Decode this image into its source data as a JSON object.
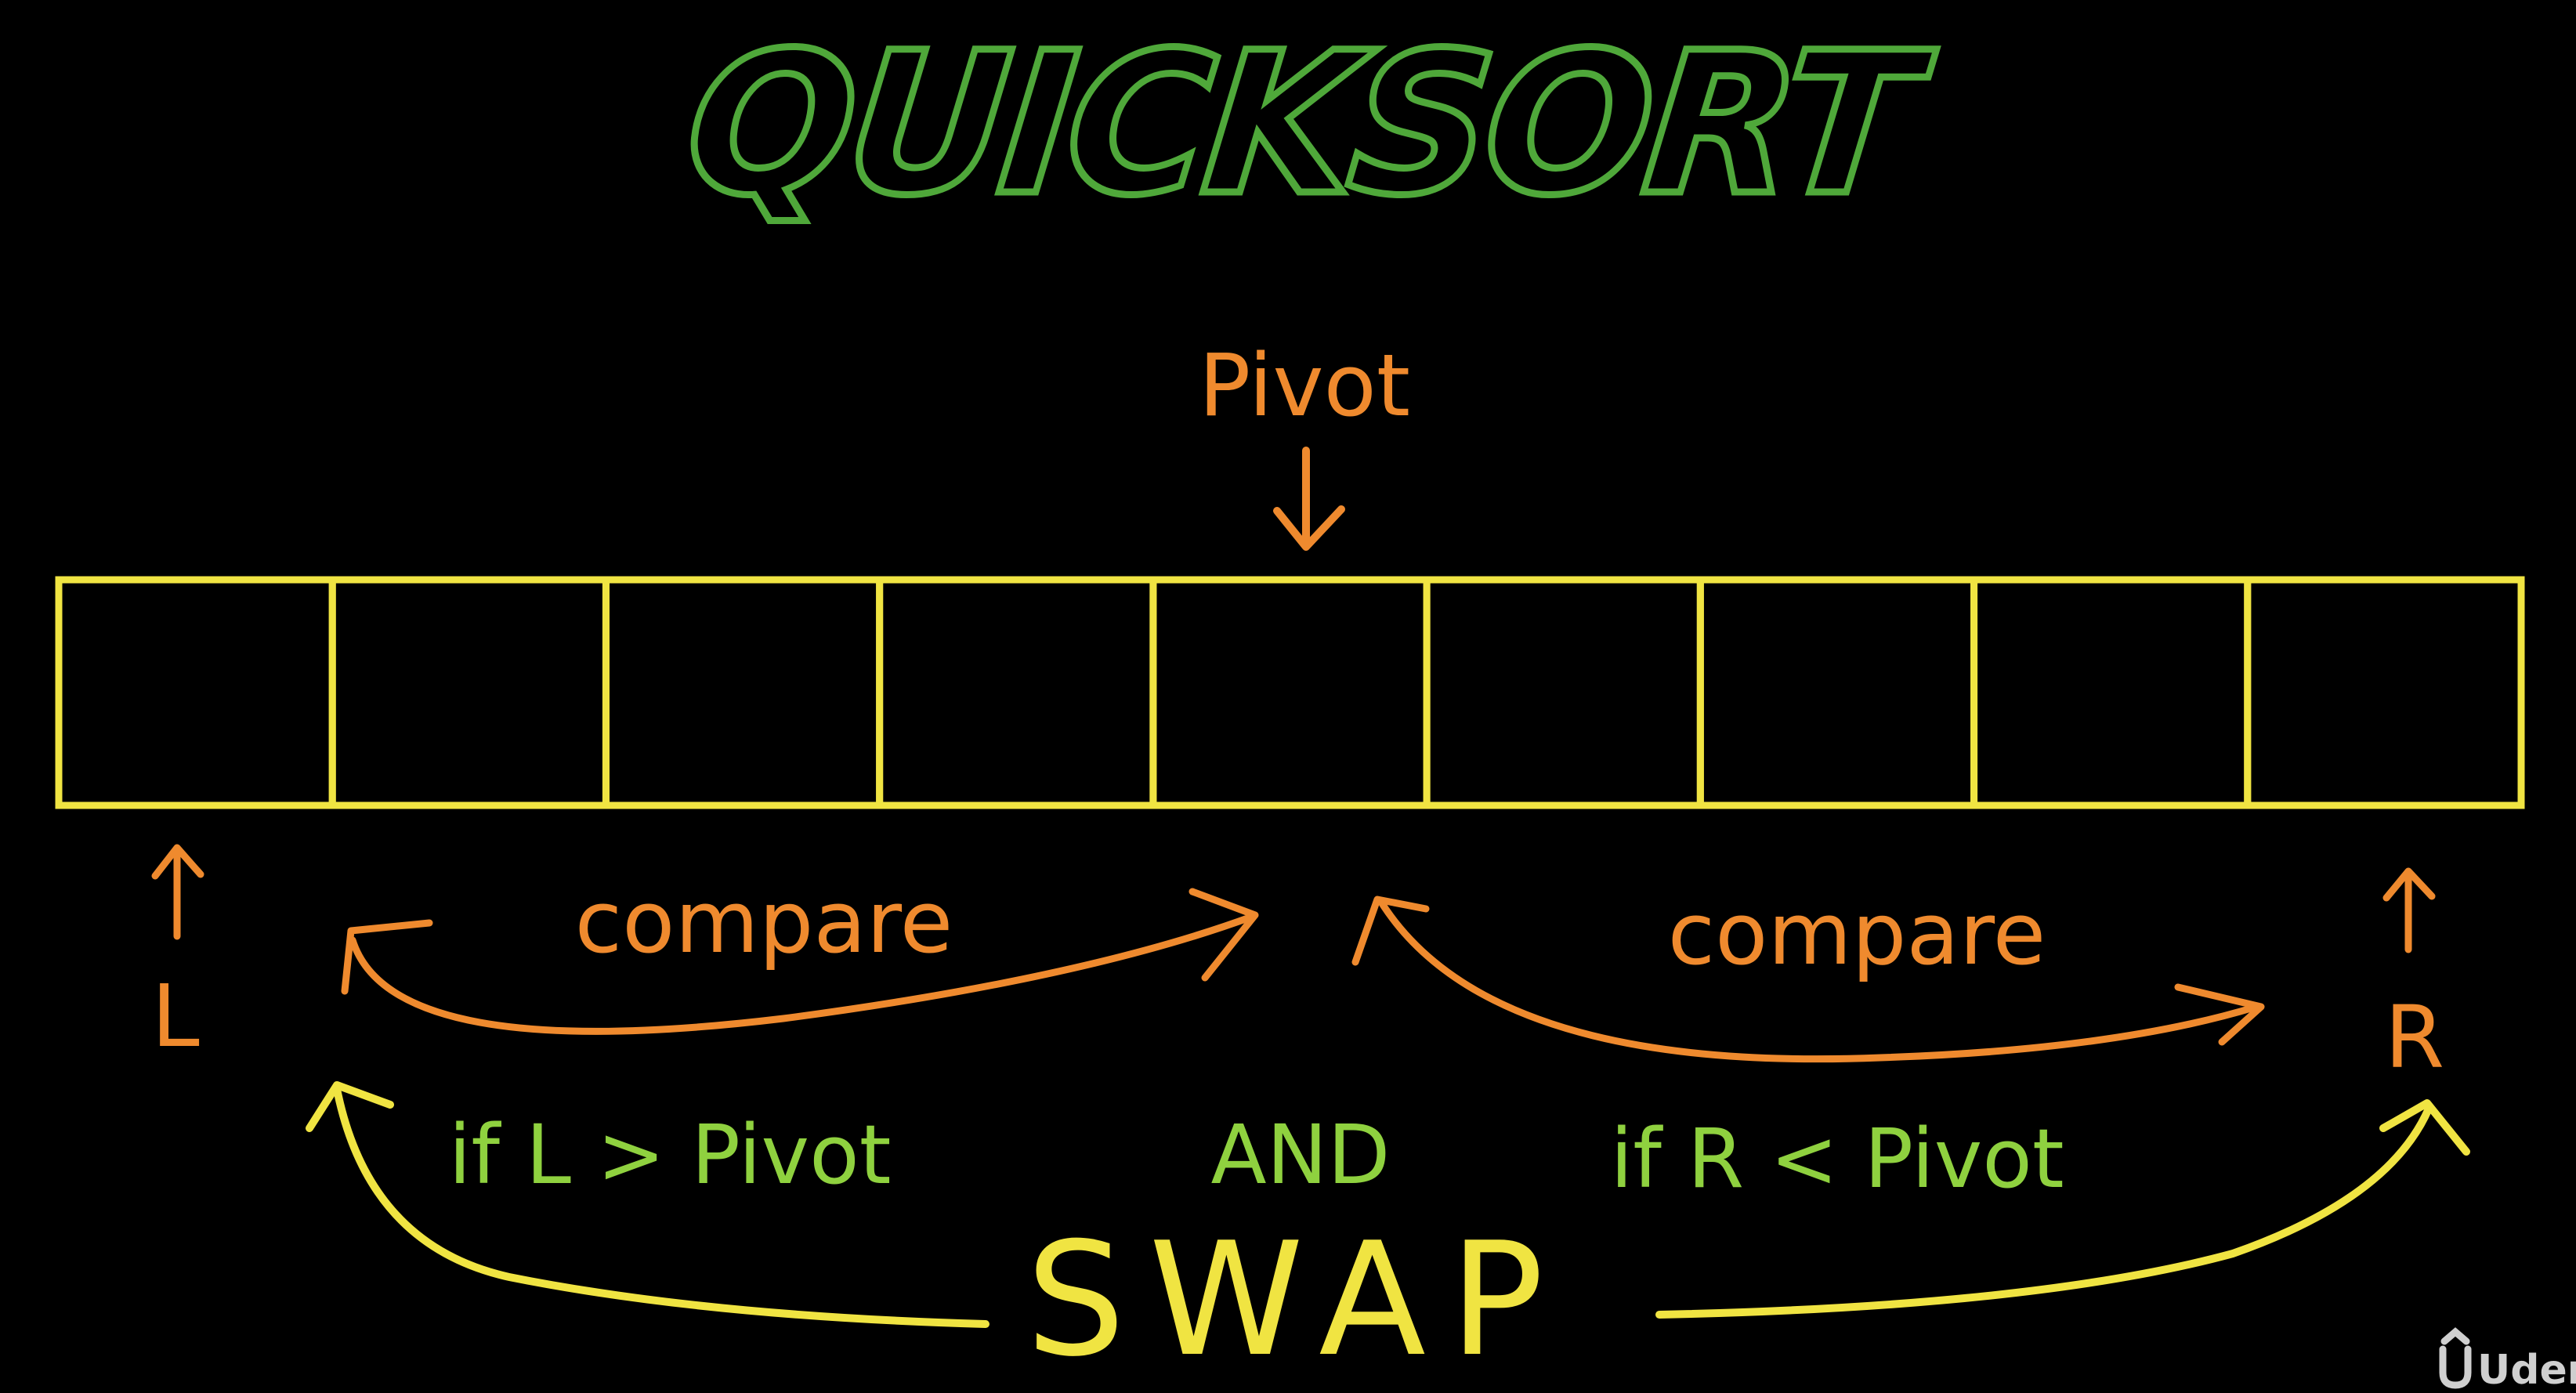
{
  "title": "QUICKSORT",
  "array": {
    "cell_count": 9
  },
  "labels": {
    "pivot": "Pivot",
    "left_pointer": "L",
    "right_pointer": "R",
    "compare_left": "compare",
    "compare_right": "compare",
    "condition_left": "if L > Pivot",
    "connector": "AND",
    "condition_right": "if R < Pivot",
    "action": "SWAP"
  },
  "watermark": {
    "logo_icon": "udemy-logo-icon",
    "text": "Udem"
  },
  "colors": {
    "background": "#000000",
    "title_outline": "#4fa83a",
    "array": "#f0e442",
    "orange": "#ef8a2e",
    "green": "#8fd13f",
    "yellow": "#f0e442",
    "watermark": "#cfcfcf"
  }
}
